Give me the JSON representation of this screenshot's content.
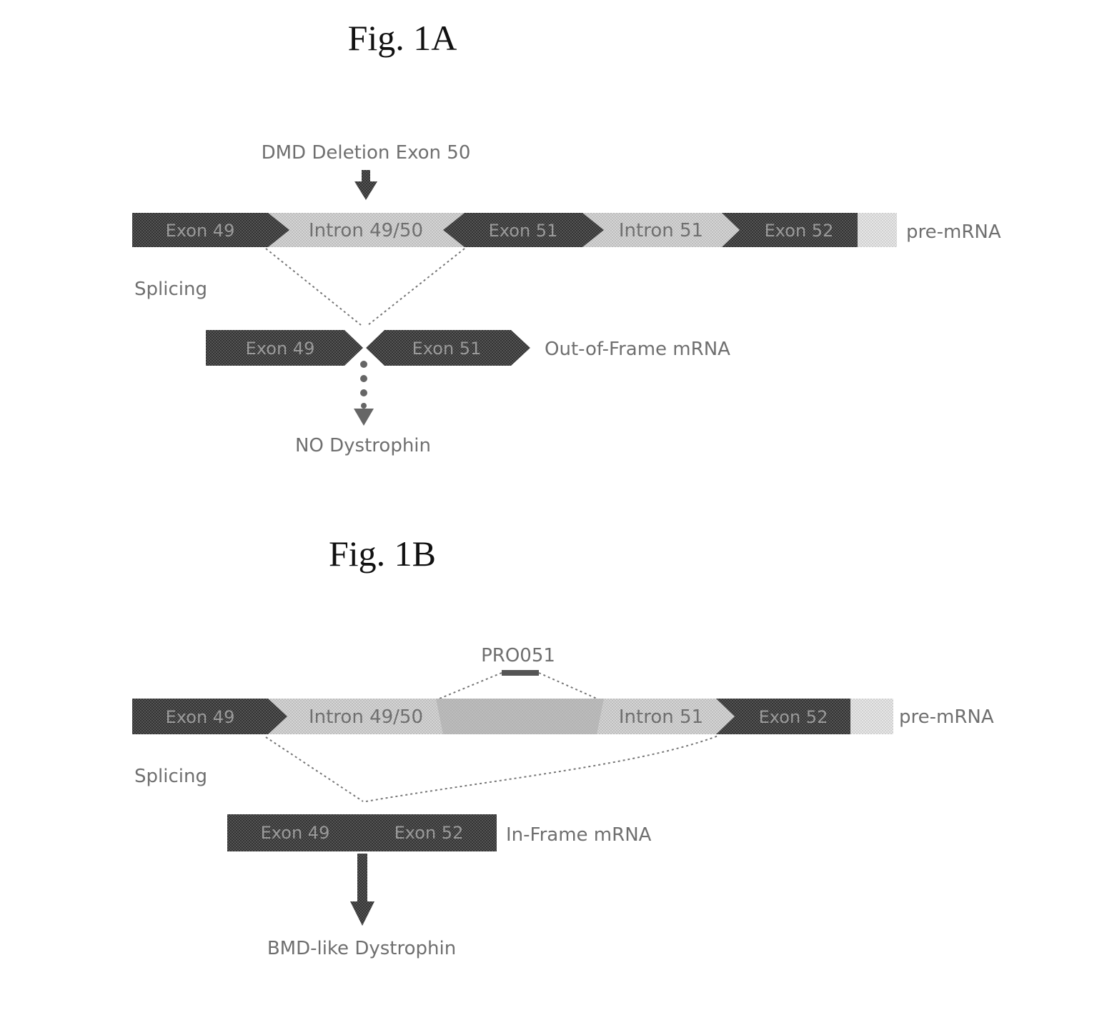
{
  "fig1a": {
    "title": "Fig. 1A",
    "deletion_label": "DMD Deletion Exon 50",
    "exon49": "Exon 49",
    "intron4950": "Intron 49/50",
    "exon51": "Exon 51",
    "intron51": "Intron 51",
    "exon52": "Exon 52",
    "premrna": "pre-mRNA",
    "splicing": "Splicing",
    "mrna_exon_a": "Exon 49",
    "mrna_exon_b": "Exon 51",
    "mrna_label": "Out-of-Frame mRNA",
    "result": "NO Dystrophin"
  },
  "fig1b": {
    "title": "Fig. 1B",
    "compound": "PRO051",
    "exon49": "Exon 49",
    "intron4950": "Intron 49/50",
    "intron51": "Intron 51",
    "exon52": "Exon 52",
    "premrna": "pre-mRNA",
    "splicing": "Splicing",
    "mrna_exon_a": "Exon 49",
    "mrna_exon_b": "Exon 52",
    "mrna_label": "In-Frame mRNA",
    "result": "BMD-like Dystrophin"
  },
  "colors": {
    "exon": "#4a4a4a",
    "intron": "#cfcfcf",
    "tail": "#e3e3e3",
    "text": "#6f6f6f",
    "title": "#111111"
  }
}
